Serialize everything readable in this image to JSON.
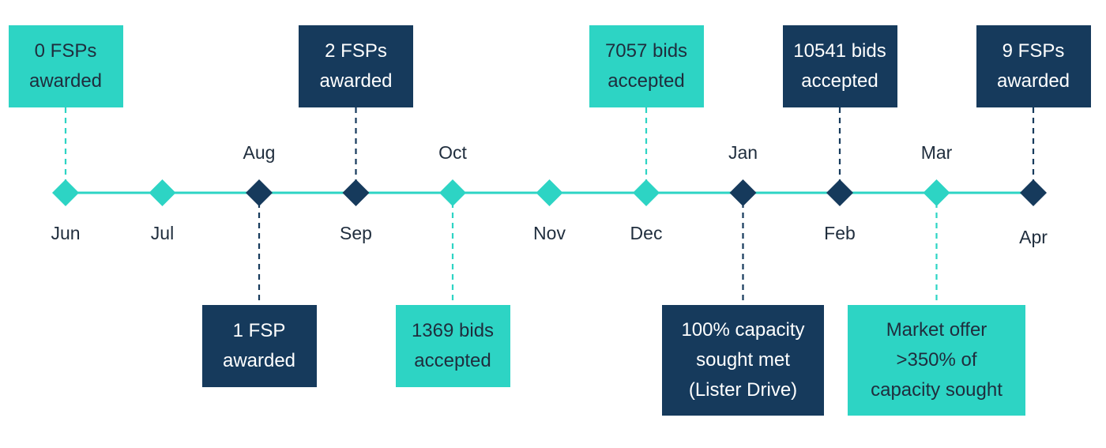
{
  "colors": {
    "teal": "#2dd4c4",
    "navy": "#163a5c",
    "text": "#1f2d3d"
  },
  "timeline": {
    "months": [
      {
        "label": "Jun",
        "color": "teal",
        "label_side": "below"
      },
      {
        "label": "Jul",
        "color": "teal",
        "label_side": "below"
      },
      {
        "label": "Aug",
        "color": "navy",
        "label_side": "above"
      },
      {
        "label": "Sep",
        "color": "navy",
        "label_side": "below"
      },
      {
        "label": "Oct",
        "color": "teal",
        "label_side": "above"
      },
      {
        "label": "Nov",
        "color": "teal",
        "label_side": "below"
      },
      {
        "label": "Dec",
        "color": "teal",
        "label_side": "below"
      },
      {
        "label": "Jan",
        "color": "navy",
        "label_side": "above"
      },
      {
        "label": "Feb",
        "color": "navy",
        "label_side": "below"
      },
      {
        "label": "Mar",
        "color": "teal",
        "label_side": "above"
      },
      {
        "label": "Apr",
        "color": "navy",
        "label_side": "below"
      }
    ],
    "events": [
      {
        "month": "Jun",
        "text": "0 FSPs\nawarded",
        "color": "teal",
        "position": "top"
      },
      {
        "month": "Aug",
        "text": "1 FSP\nawarded",
        "color": "navy",
        "position": "bottom"
      },
      {
        "month": "Sep",
        "text": "2 FSPs\nawarded",
        "color": "navy",
        "position": "top"
      },
      {
        "month": "Oct",
        "text": "1369 bids\naccepted",
        "color": "teal",
        "position": "bottom"
      },
      {
        "month": "Dec",
        "text": "7057 bids\naccepted",
        "color": "teal",
        "position": "top"
      },
      {
        "month": "Jan",
        "text": "100% capacity\nsought met\n(Lister Drive)",
        "color": "navy",
        "position": "bottom"
      },
      {
        "month": "Feb",
        "text": "10541 bids\naccepted",
        "color": "navy",
        "position": "top"
      },
      {
        "month": "Mar",
        "text": "Market offer\n>350% of\ncapacity sought",
        "color": "teal",
        "position": "bottom"
      },
      {
        "month": "Apr",
        "text": "9 FSPs\nawarded",
        "color": "navy",
        "position": "top"
      }
    ]
  }
}
